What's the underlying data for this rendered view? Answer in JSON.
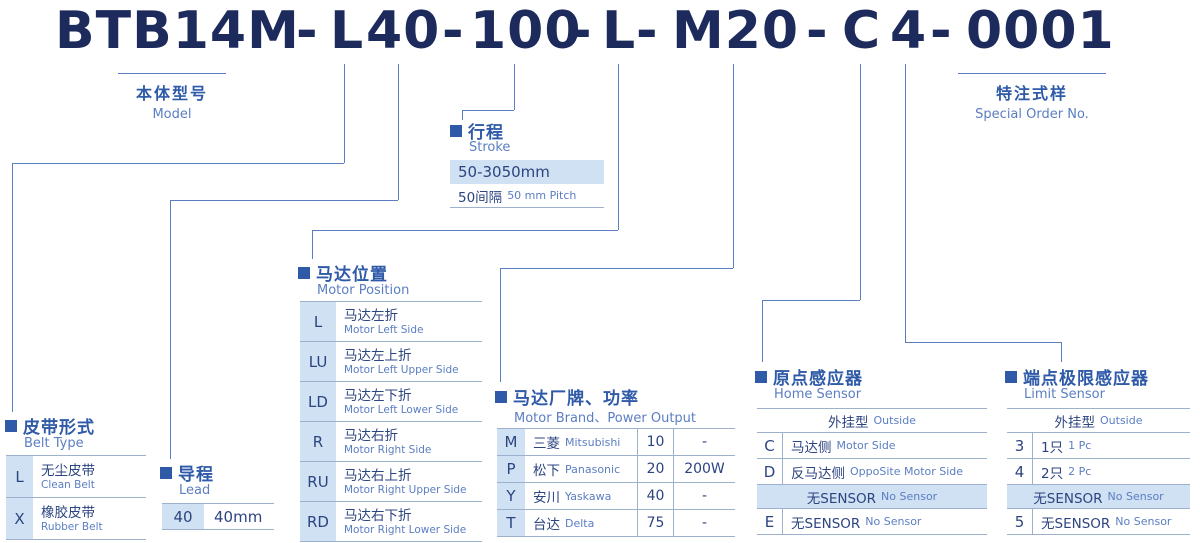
{
  "colors": {
    "accent": "#2e5aa8",
    "highlight": "#cfe1f2",
    "code_text": "#1d2a5c",
    "connector": "#5b7ec2"
  },
  "model_code": {
    "full": "BTB14M-L40-100-L-M20-C4-0001",
    "segments": [
      "BTB14M",
      "-",
      "L",
      "40",
      "-",
      "100",
      "-",
      "L",
      "-",
      "M20",
      "-",
      "C",
      "4",
      "-",
      "0001"
    ]
  },
  "model_label": {
    "zh": "本体型号",
    "en": "Model"
  },
  "special_label": {
    "zh": "特注式样",
    "en": "Special Order No."
  },
  "stroke": {
    "title_zh": "行程",
    "title_en": "Stroke",
    "range": "50-3050mm",
    "pitch_zh": "50间隔",
    "pitch_en": "50 mm Pitch"
  },
  "belt_type": {
    "title_zh": "皮带形式",
    "title_en": "Belt Type",
    "rows": [
      {
        "code": "L",
        "zh": "无尘皮带",
        "en": "Clean Belt"
      },
      {
        "code": "X",
        "zh": "橡胶皮带",
        "en": "Rubber Belt"
      }
    ]
  },
  "lead": {
    "title_zh": "导程",
    "title_en": "Lead",
    "code": "40",
    "value": "40mm"
  },
  "motor_position": {
    "title_zh": "马达位置",
    "title_en": "Motor Position",
    "rows": [
      {
        "code": "L",
        "zh": "马达左折",
        "en": "Motor Left Side"
      },
      {
        "code": "LU",
        "zh": "马达左上折",
        "en": "Motor Left Upper Side"
      },
      {
        "code": "LD",
        "zh": "马达左下折",
        "en": "Motor Left Lower Side"
      },
      {
        "code": "R",
        "zh": "马达右折",
        "en": "Motor Right Side"
      },
      {
        "code": "RU",
        "zh": "马达右上折",
        "en": "Motor Right Upper Side"
      },
      {
        "code": "RD",
        "zh": "马达右下折",
        "en": "Motor Right Lower Side"
      }
    ]
  },
  "motor_brand": {
    "title_zh": "马达厂牌、功率",
    "title_en": "Motor Brand、Power Output",
    "rows": [
      {
        "code": "M",
        "brand_zh": "三菱",
        "brand_en": "Mitsubishi",
        "power_code": "10",
        "power": "-"
      },
      {
        "code": "P",
        "brand_zh": "松下",
        "brand_en": "Panasonic",
        "power_code": "20",
        "power": "200W"
      },
      {
        "code": "Y",
        "brand_zh": "安川",
        "brand_en": "Yaskawa",
        "power_code": "40",
        "power": "-"
      },
      {
        "code": "T",
        "brand_zh": "台达",
        "brand_en": "Delta",
        "power_code": "75",
        "power": "-"
      }
    ]
  },
  "home_sensor": {
    "title_zh": "原点感应器",
    "title_en": "Home Sensor",
    "outside_zh": "外挂型",
    "outside_en": "Outside",
    "rows": [
      {
        "code": "C",
        "zh": "马达侧",
        "en": "Motor Side"
      },
      {
        "code": "D",
        "zh": "反马达侧",
        "en": "OppoSite Motor Side"
      }
    ],
    "nosensor_zh": "无SENSOR",
    "nosensor_en": "No Sensor",
    "nosensor_row": {
      "code": "E",
      "zh": "无SENSOR",
      "en": "No Sensor"
    }
  },
  "limit_sensor": {
    "title_zh": "端点极限感应器",
    "title_en": "Limit Sensor",
    "outside_zh": "外挂型",
    "outside_en": "Outside",
    "rows": [
      {
        "code": "3",
        "zh": "1只",
        "en": "1 Pc"
      },
      {
        "code": "4",
        "zh": "2只",
        "en": "2 Pc"
      }
    ],
    "nosensor_zh": "无SENSOR",
    "nosensor_en": "No Sensor",
    "nosensor_row": {
      "code": "5",
      "zh": "无SENSOR",
      "en": "No Sensor"
    }
  }
}
